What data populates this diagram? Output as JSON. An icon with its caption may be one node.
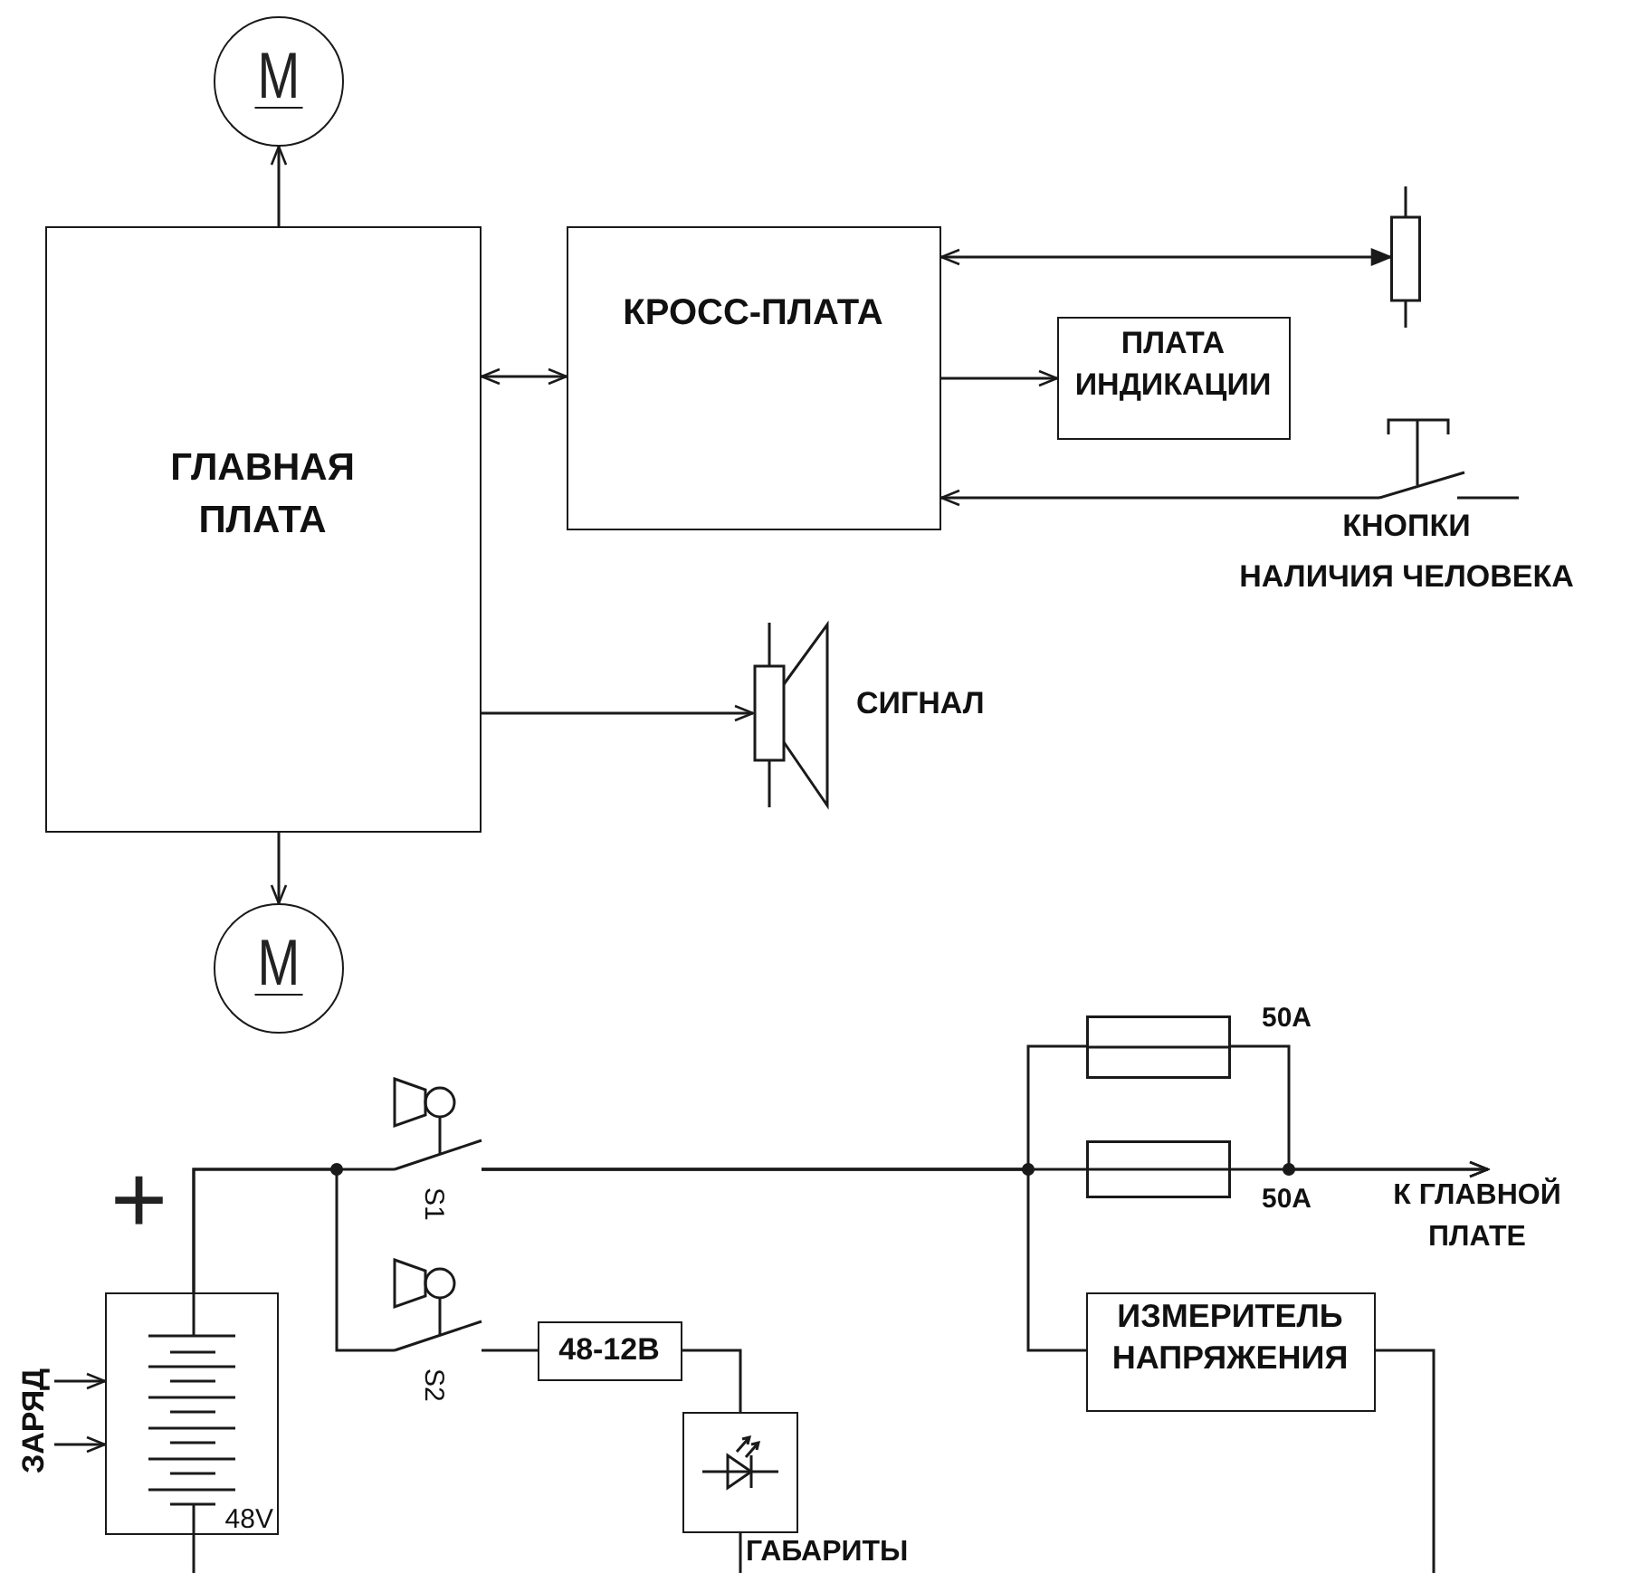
{
  "diagram": {
    "nodes": [
      {
        "text": [
          "M"
        ]
      },
      {
        "text": [
          "ГЛАВНАЯ ПЛАТА"
        ]
      },
      {
        "text": [
          "КРОСС-ПЛАТА"
        ]
      },
      {
        "text": [],
        "shape": "resistor"
      },
      {
        "text": [
          "ПЛАТА ИНДИКАЦИИ"
        ]
      },
      {
        "text": [],
        "shape": "switch",
        "beside": [
          "КНОПКИ НАЛИЧИЯ ЧЕЛОВЕКА"
        ]
      },
      {
        "text": [],
        "shape": "speaker",
        "beside": [
          "СИГНАЛ"
        ]
      },
      {
        "text": [
          "M"
        ]
      },
      {
        "text": [],
        "shape": "fuse",
        "beside": [
          "50A"
        ]
      },
      {
        "text": [],
        "shape": "switch",
        "beside": [
          "S1"
        ]
      },
      {
        "text": [],
        "shape": "fuse",
        "beside": [
          "50A"
        ]
      },
      {
        "text": [
          "К ГЛАВНОЙ ПЛАТЕ"
        ]
      },
      {
        "text": [
          "48V"
        ]
      },
      {
        "text": [],
        "shape": "switch",
        "beside": [
          "S2"
        ]
      },
      {
        "text": [
          "48-12В"
        ]
      },
      {
        "text": [
          "ИЗМЕРИТЕЛЬ НАПРЯЖЕНИЯ"
        ]
      },
      {
        "text": [
          "ЗАРЯД"
        ]
      },
      {
        "text": [],
        "shape": "diode",
        "beside": [
          "ГАБАРИТЫ"
        ]
      }
    ],
    "edges": [
      {
        "from": 1,
        "to": 0,
        "arrow": "to"
      },
      {
        "from": 1,
        "to": 7,
        "arrow": "to"
      },
      {
        "from": 1,
        "to": 2,
        "arrow": "both"
      },
      {
        "from": 2,
        "to": 3,
        "arrow": "both"
      },
      {
        "from": 2,
        "to": 4,
        "arrow": "to"
      },
      {
        "from": 5,
        "to": 2,
        "arrow": "to"
      },
      {
        "from": 1,
        "to": 6,
        "arrow": "to"
      },
      {
        "from": 16,
        "to": 12,
        "arrow": "to"
      },
      {
        "from": 16,
        "to": 12,
        "arrow": "to"
      },
      {
        "from": 12,
        "to": 9,
        "arrow": "none"
      },
      {
        "from": 12,
        "to": 13,
        "arrow": "none"
      },
      {
        "from": 9,
        "to": 8,
        "arrow": "none"
      },
      {
        "from": 9,
        "to": 10,
        "arrow": "none"
      },
      {
        "from": 9,
        "to": 15,
        "arrow": "none"
      },
      {
        "from": 8,
        "to": 11,
        "arrow": "to"
      },
      {
        "from": 10,
        "to": 11,
        "arrow": "to"
      },
      {
        "from": 13,
        "to": 14,
        "arrow": "none"
      },
      {
        "from": 14,
        "to": 17,
        "arrow": "none"
      },
      {
        "from": 12,
        "to": null,
        "arrow": "none"
      },
      {
        "from": 17,
        "to": null,
        "arrow": "none"
      },
      {
        "from": 15,
        "to": null,
        "arrow": "none"
      }
    ],
    "labels": [
      "+"
    ]
  }
}
